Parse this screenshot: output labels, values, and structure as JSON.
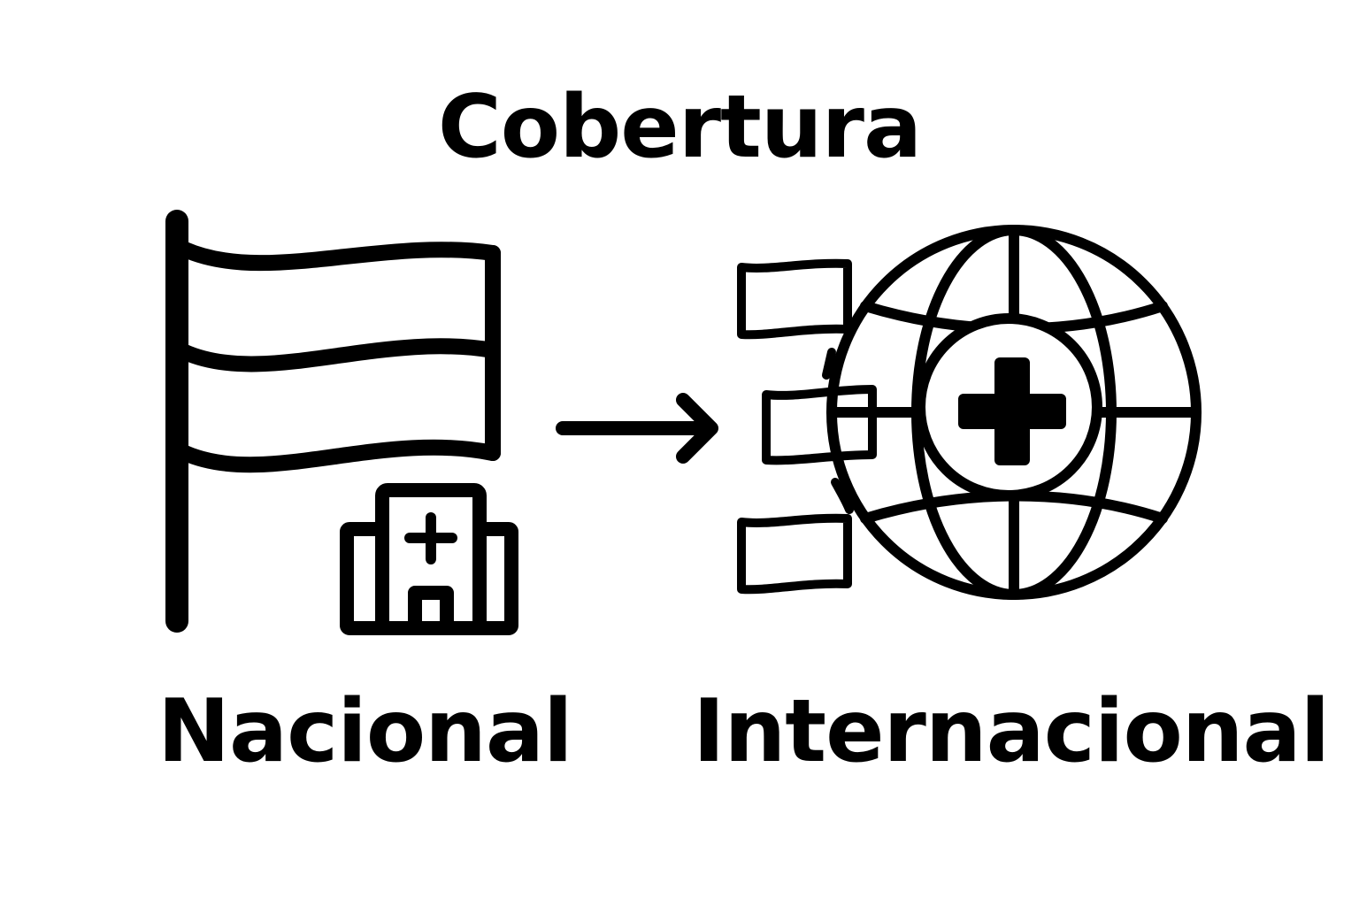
{
  "title": "Cobertura",
  "nodes": [
    {
      "id": "nacional",
      "label": "Nacional",
      "icons": [
        "flag-icon",
        "hospital-icon"
      ]
    },
    {
      "id": "internacional",
      "label": "Internacional",
      "icons": [
        "flags-icon",
        "globe-icon",
        "medical-cross-icon"
      ]
    }
  ],
  "edges": [
    {
      "from": "nacional",
      "to": "internacional",
      "style": "arrow"
    }
  ],
  "colors": {
    "stroke": "#000000",
    "background": "#ffffff"
  }
}
